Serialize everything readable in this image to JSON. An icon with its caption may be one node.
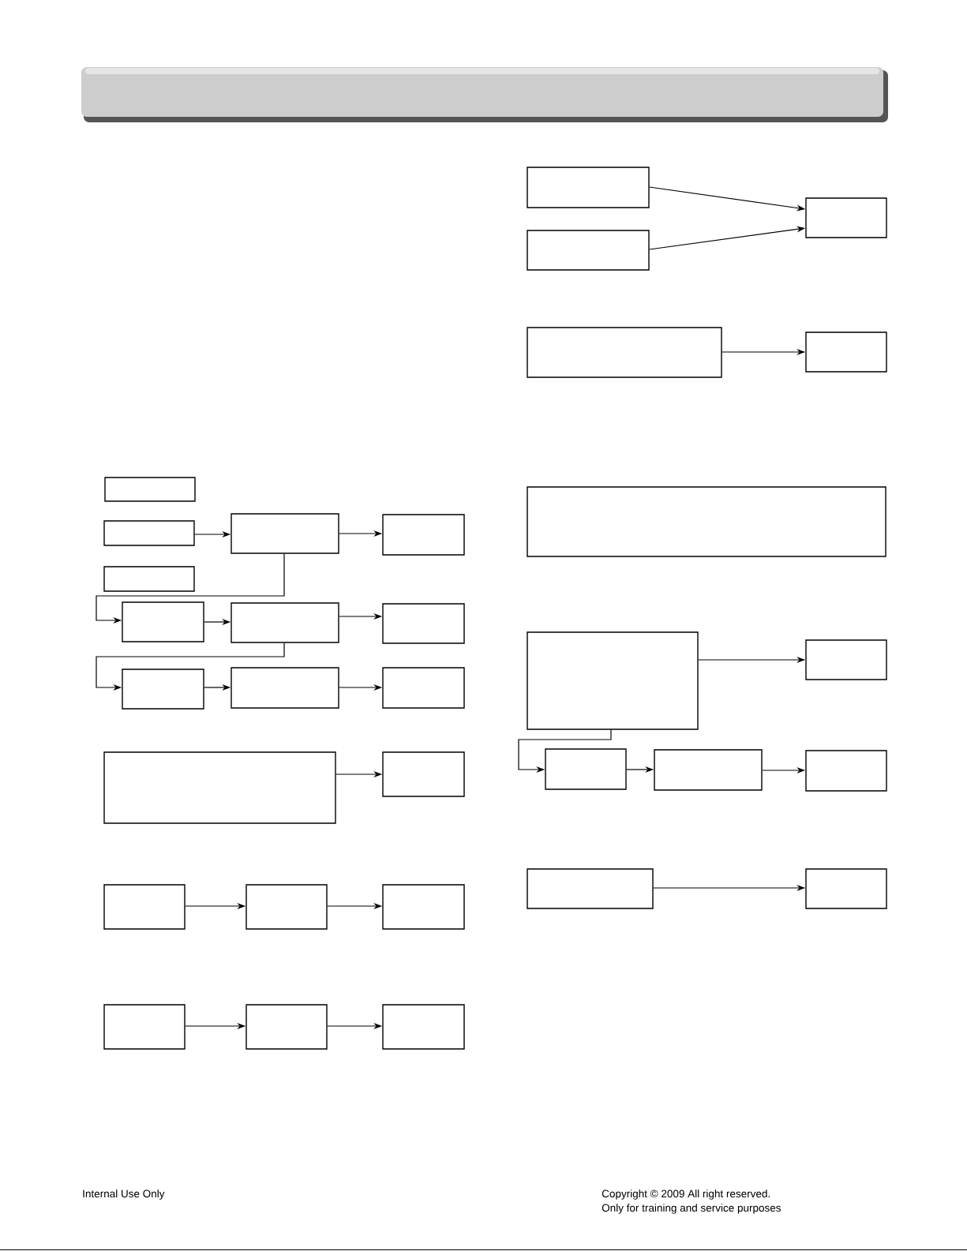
{
  "diagram": {
    "nodes": [
      {
        "text": [],
        "shape": "box"
      },
      {
        "text": [],
        "shape": "box"
      },
      {
        "text": [],
        "shape": "box"
      },
      {
        "text": [],
        "shape": "box"
      },
      {
        "text": [],
        "shape": "box"
      },
      {
        "text": [],
        "shape": "box"
      },
      {
        "text": [],
        "shape": "box"
      },
      {
        "text": [],
        "shape": "box"
      },
      {
        "text": [],
        "shape": "box"
      },
      {
        "text": [],
        "shape": "box"
      },
      {
        "text": [],
        "shape": "box"
      },
      {
        "text": [],
        "shape": "box"
      },
      {
        "text": [],
        "shape": "box"
      },
      {
        "text": [],
        "shape": "box"
      },
      {
        "text": [],
        "shape": "box"
      },
      {
        "text": [],
        "shape": "box"
      },
      {
        "text": [],
        "shape": "box"
      },
      {
        "text": [],
        "shape": "box"
      },
      {
        "text": [],
        "shape": "box"
      },
      {
        "text": [],
        "shape": "box"
      },
      {
        "text": [],
        "shape": "box"
      },
      {
        "text": [],
        "shape": "box"
      },
      {
        "text": [],
        "shape": "box"
      },
      {
        "text": [],
        "shape": "box"
      },
      {
        "text": [],
        "shape": "box"
      },
      {
        "text": [],
        "shape": "box"
      },
      {
        "text": [],
        "shape": "box"
      },
      {
        "text": [],
        "shape": "box"
      },
      {
        "text": [],
        "shape": "box"
      },
      {
        "text": [],
        "shape": "box"
      },
      {
        "text": [],
        "shape": "box"
      },
      {
        "text": [],
        "shape": "box"
      }
    ],
    "edges": [
      {
        "from": 1,
        "to": 2,
        "arrow": "to"
      },
      {
        "from": 2,
        "to": 3,
        "arrow": "to"
      },
      {
        "from": 2,
        "to": 5,
        "arrow": "to"
      },
      {
        "from": 5,
        "to": 6,
        "arrow": "to"
      },
      {
        "from": 6,
        "to": 7,
        "arrow": "to"
      },
      {
        "from": 6,
        "to": 8,
        "arrow": "to"
      },
      {
        "from": 8,
        "to": 9,
        "arrow": "to"
      },
      {
        "from": 9,
        "to": 10,
        "arrow": "to"
      },
      {
        "from": 11,
        "to": 12,
        "arrow": "to"
      },
      {
        "from": 13,
        "to": 14,
        "arrow": "to"
      },
      {
        "from": 14,
        "to": 15,
        "arrow": "to"
      },
      {
        "from": 16,
        "to": 17,
        "arrow": "to"
      },
      {
        "from": 17,
        "to": 18,
        "arrow": "to"
      },
      {
        "from": 19,
        "to": 21,
        "arrow": "to"
      },
      {
        "from": 20,
        "to": 21,
        "arrow": "to"
      },
      {
        "from": 22,
        "to": 23,
        "arrow": "to"
      },
      {
        "from": 25,
        "to": 26,
        "arrow": "to"
      },
      {
        "from": 25,
        "to": 27,
        "arrow": "to"
      },
      {
        "from": 27,
        "to": 28,
        "arrow": "to"
      },
      {
        "from": 28,
        "to": 29,
        "arrow": "to"
      },
      {
        "from": 30,
        "to": 31,
        "arrow": "to"
      }
    ],
    "labels": [
      "Internal Use Only",
      "Copyright © 2009 All right reserved.",
      "Only for training and service purposes"
    ]
  }
}
